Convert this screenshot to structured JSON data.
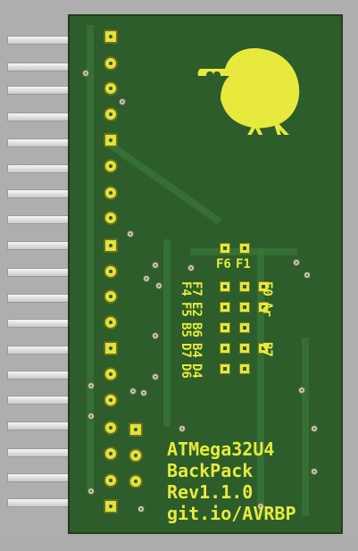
{
  "board_labels": {
    "f6": "F6",
    "f1": "F1",
    "f0": "F0",
    "ar": "Ar",
    "b7": "B7",
    "f7": "F7",
    "e2": "E2",
    "b6": "B6",
    "b4": "B4",
    "f4": "F4",
    "f5": "F5",
    "b5": "B5",
    "d7": "D7",
    "d6": "D6",
    "d4": "D4"
  },
  "silkscreen": {
    "line1": "ATMega32U4",
    "line2": "BackPack",
    "line3": "Rev1.1.0",
    "line4": "git.io/AVRBP"
  },
  "colors": {
    "board": "#2c5d2b",
    "silkscreen": "#e7ea3d",
    "background": "#aeaeae",
    "pad": "#e2e23a"
  },
  "logo": "kiwi-bird-icon"
}
